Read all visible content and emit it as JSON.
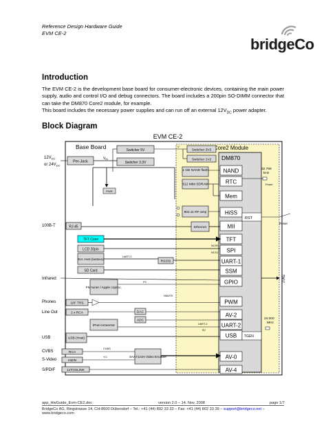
{
  "header": {
    "line1": "Reference Design Hardware Guide",
    "line2": "EVM CE-2",
    "logo_text": "bridgeCo"
  },
  "intro": {
    "title": "Introduction",
    "p1": "The EVM CE-2 is the development base board for consumer-electronic devices, containing the main power supply, audio and control I/O and debug connectors. The board includes a 200pin SO-DIMM connector that can take the DM870 Core2 module, for example.",
    "p2_pre": "This board includes the necessary power supplies and can run off an external 12V",
    "p2_sub": "DC",
    "p2_post": " power adapter."
  },
  "block": {
    "title": "Block Diagram",
    "diagram_title": "EVM CE-2",
    "base_board": "Base Board",
    "core2_module": "Core2 Module",
    "dm870": "DM870",
    "power_in_1": "12V",
    "power_in_1_sub": "DC",
    "power_in_2": "or 24V",
    "power_in_2_sub": "DC",
    "perjack": "Per-Jack",
    "vin": "V",
    "vin_sub": "IN",
    "sw5v": "Switcher 5V",
    "sw33v": "Switcher 3.3V",
    "sw3v3": "Switcher 3V3",
    "sw1v2": "Switcher 1V2",
    "pwr": "PWR",
    "v_label": "V",
    "nand_flash": "1 GB NAND flash",
    "sdram": "512 Mbit SDRAM",
    "nand": "NAND",
    "rtc": "RTC",
    "mem": "Mem",
    "xtal_khz_1": "32.768",
    "xtal_khz_2": "kHz",
    "power_small": "Power",
    "rfamp": "802.11 RF amp",
    "hiss": "HiSS",
    "rst": "RST",
    "reset": "Reset",
    "ethernet": "Ethernet",
    "mii": "MII",
    "net_label": "100B-T",
    "rj45": "RJ-45",
    "tftconn": "TFT Conn",
    "tft": "TFT",
    "lcd": "LCD 20pin",
    "ncs0": "NCS0",
    "spi": "SPI",
    "ncs1": "NCS1",
    "exthost": "Ext. Host (buttons)",
    "uart0": "UART-0",
    "rs232": "RS232",
    "uart1": "UART-1",
    "sdcard": "SD Card",
    "ssm": "SSM",
    "infrared": "Infrared",
    "gpio": "GPIO",
    "jtag": "JTAG",
    "fmtuner": "FM tuner / Apple coproc.",
    "i2c": "I²C",
    "phones": "Phones",
    "trs": "1/8\" TRS",
    "pwm": "PWM",
    "nmute": "NMUTE",
    "lineout": "Line Out",
    "rca2": "2 x RCA",
    "dac": "DAC",
    "av2": "AV-2",
    "adc": "ADC",
    "ipod": "iPod connector",
    "uart2": "UART-2",
    "usb_label": "USB",
    "usbhost": "USB (Host)",
    "five_v": "5V",
    "usb_block": "USB",
    "xtal_mhz_1": "24.000",
    "xtal_mhz_2": "MHz",
    "tgen": "TGEN",
    "cvbs_label": "CVBS",
    "rca": "RCA",
    "cvbs_sig": "CVBS",
    "svideo_label": "S-Video",
    "mdin": "mDIN",
    "yc": "Y,C",
    "saa": "SAA7121H Video Encoder",
    "av0": "AV-0",
    "spdif_label": "S/PDIF",
    "toslink": "1xTOSLINK",
    "av4": "AV-4"
  },
  "footer": {
    "left": "app_HwGuide_Evm-CE2.doc",
    "center": "version 2.0 – 14. Nov. 2008",
    "right": "page 1/7",
    "address_pre": "BridgeCo AG, Ringstrasse 14, CH-8600 Dübendorf – Tel.: +41 (44) 802 33 33 – Fax: +41 (44) 802 33 39 – ",
    "email": "support@bridgeco.net",
    "address_post": " – www.bridgeco.com"
  },
  "colors": {
    "core_fill": "#fbf6c4",
    "tft_cyan": "#00ffff",
    "box_gray": "#d9d9d9"
  }
}
